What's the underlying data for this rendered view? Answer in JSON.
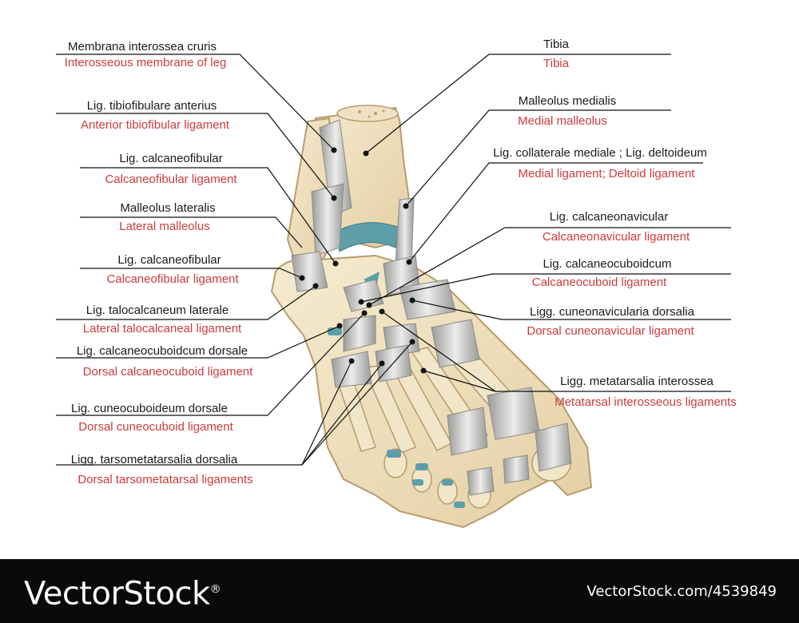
{
  "labels": [
    {
      "key": "membrana",
      "latin": "Membrana interossea cruris",
      "english": "Interosseous membrane of leg"
    },
    {
      "key": "tibiofibulare",
      "latin": "Lig. tibiofibulare anterius",
      "english": "Anterior tibiofibular ligament"
    },
    {
      "key": "calcaneofib1",
      "latin": "Lig. calcaneofibular",
      "english": "Calcaneofibular ligament"
    },
    {
      "key": "malleolus_lat",
      "latin": "Malleolus lateralis",
      "english": "Lateral malleolus"
    },
    {
      "key": "calcaneofib2",
      "latin": "Lig. calcaneofibular",
      "english": "Calcaneofibular ligament"
    },
    {
      "key": "talocalcaneum",
      "latin": "Lig. talocalcaneum laterale",
      "english": "Lateral talocalcaneal ligament"
    },
    {
      "key": "calcaneocuboid_dors",
      "latin": "Lig. calcaneocuboidcum dorsale",
      "english": "Dorsal calcaneocuboid ligament"
    },
    {
      "key": "cuneocuboid",
      "latin": "Lig. cuneocuboideum dorsale",
      "english": "Dorsal cuneocuboid ligament"
    },
    {
      "key": "tarsometatarsal",
      "latin": "Ligg. tarsometatarsalia dorsalia",
      "english": "Dorsal tarsometatarsal ligaments"
    },
    {
      "key": "tibia",
      "latin": "Tibia",
      "english": "Tibia"
    },
    {
      "key": "malleolus_med",
      "latin": "Malleolus  medialis",
      "english": "Medial malleolus"
    },
    {
      "key": "deltoid",
      "latin": "Lig. collaterale mediale ; Lig. deltoideum",
      "english": "Medial ligament; Deltoid ligament"
    },
    {
      "key": "calcaneonavicular",
      "latin": "Lig. calcaneonavicular",
      "english": "Calcaneonavicular ligament"
    },
    {
      "key": "calcaneocuboid",
      "latin": "Lig. calcaneocuboidcum",
      "english": "Calcaneocuboid ligament"
    },
    {
      "key": "cuneonavicular",
      "latin": "Ligg. cuneonavicularia dorsalia",
      "english": "Dorsal cuneonavicular ligament"
    },
    {
      "key": "metatarsal",
      "latin": "Ligg. metatarsalia interossea",
      "english": "Metatarsal interosseous ligaments"
    }
  ],
  "footer": {
    "brand": "VectorStock",
    "brand_mark": "®",
    "image_id": "VectorStock.com/4539849"
  },
  "colors": {
    "bone": "#ecdcb8",
    "bone_edge": "#b69c6e",
    "ligament": "#c7c7c5",
    "cartilage": "#5d9ea8",
    "latin_text": "#1a1a1a",
    "english_text": "#cc3b3b",
    "leader_line": "#111111"
  }
}
